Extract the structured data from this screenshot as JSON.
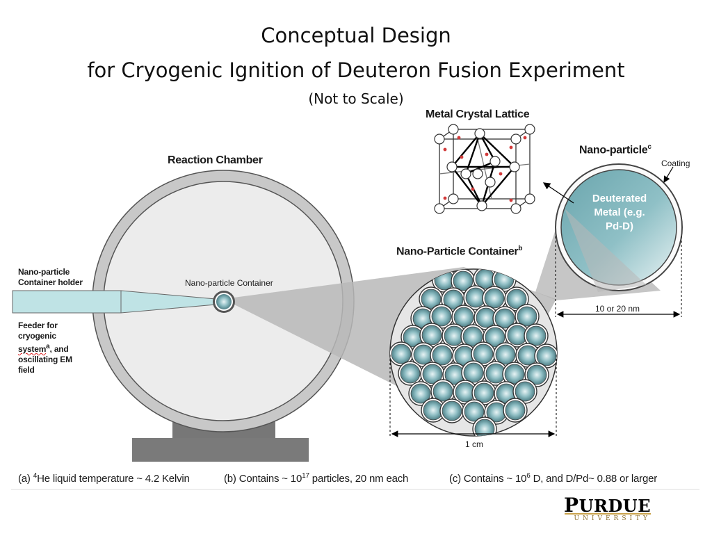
{
  "title": {
    "line1": "Conceptual Design",
    "line2": "for Cryogenic Ignition of Deuteron Fusion Experiment",
    "line3": "(Not to Scale)"
  },
  "labels": {
    "reaction_chamber": "Reaction Chamber",
    "metal_crystal_lattice": "Metal Crystal Lattice",
    "nano_particle": "Nano-particle",
    "nano_particle_sup": "c",
    "coating": "Coating",
    "deuterated_1": "Deuterated",
    "deuterated_2": "Metal (e.g.",
    "deuterated_3": "Pd-D)",
    "nano_particle_container_big": "Nano-Particle Container",
    "nano_particle_container_big_sup": "b",
    "nano_particle_container_small": "Nano-particle Container",
    "holder_1": "Nano-particle",
    "holder_2": "Container holder",
    "feeder_1": "Feeder for",
    "feeder_2": "cryogenic",
    "feeder_3": "system",
    "feeder_3_sup": "a",
    "feeder_3_rest": ", and",
    "feeder_4": "oscillating EM",
    "feeder_5": "field",
    "dim_nm": "10 or 20 nm",
    "dim_cm": "1 cm"
  },
  "footnotes": {
    "a_prefix": "(a) ",
    "a_sup": "4",
    "a_text": "He liquid temperature ~ 4.2 Kelvin",
    "b_prefix": "(b) Contains ~ 10",
    "b_sup": "17",
    "b_text": " particles, 20 nm each",
    "c_prefix": "(c) Contains ~ 10",
    "c_sup": "6",
    "c_text": " D, and D/Pd~ 0.88 or larger"
  },
  "logo": {
    "name_first": "P",
    "name_rest": "URDUE",
    "subtitle": "UNIVERSITY"
  },
  "colors": {
    "chamber_ring": "#c8c8c8",
    "chamber_inner": "#ececec",
    "particle_fill": "#7fb1b8",
    "cone": "#b3b3b3",
    "holder": "#bfe2e4",
    "stand": "#777777"
  }
}
